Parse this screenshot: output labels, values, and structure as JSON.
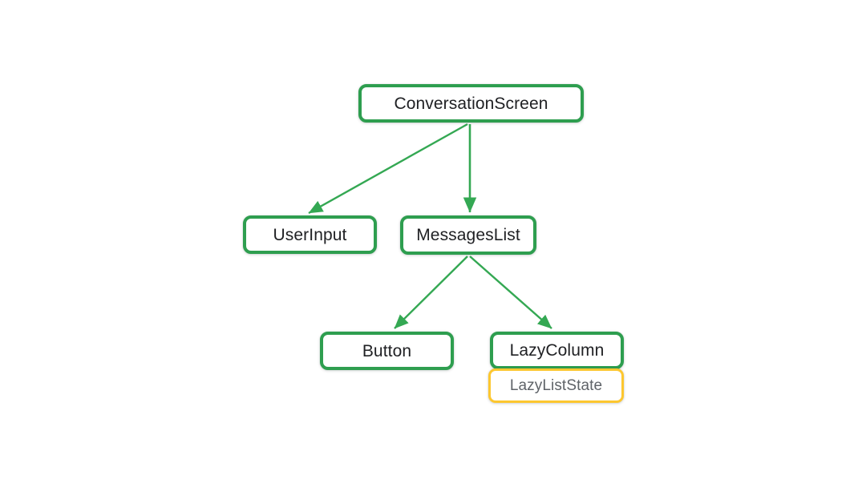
{
  "diagram": {
    "type": "composition-tree",
    "background_color": "#FFFFFF",
    "colors": {
      "node_border_green": "#2E9E4F",
      "state_border_yellow": "#FDC72F",
      "edge_green": "#34A853",
      "node_text": "#202124",
      "state_text": "#5F6368",
      "node_fill": "#FFFFFF"
    },
    "nodes": [
      {
        "id": "conversationscreen",
        "label": "ConversationScreen",
        "kind": "composable",
        "border_color": "#2E9E4F"
      },
      {
        "id": "userinput",
        "label": "UserInput",
        "kind": "composable",
        "border_color": "#2E9E4F"
      },
      {
        "id": "messageslist",
        "label": "MessagesList",
        "kind": "composable",
        "border_color": "#2E9E4F"
      },
      {
        "id": "button",
        "label": "Button",
        "kind": "composable",
        "border_color": "#2E9E4F"
      },
      {
        "id": "lazycolumn",
        "label": "LazyColumn",
        "kind": "composable",
        "border_color": "#2E9E4F"
      },
      {
        "id": "lazyliststate",
        "label": "LazyListState",
        "kind": "state",
        "border_color": "#FDC72F"
      }
    ],
    "edges": [
      {
        "from": "conversationscreen",
        "to": "userinput",
        "arrow": true
      },
      {
        "from": "conversationscreen",
        "to": "messageslist",
        "arrow": true
      },
      {
        "from": "messageslist",
        "to": "button",
        "arrow": true
      },
      {
        "from": "messageslist",
        "to": "lazycolumn",
        "arrow": true
      }
    ]
  }
}
